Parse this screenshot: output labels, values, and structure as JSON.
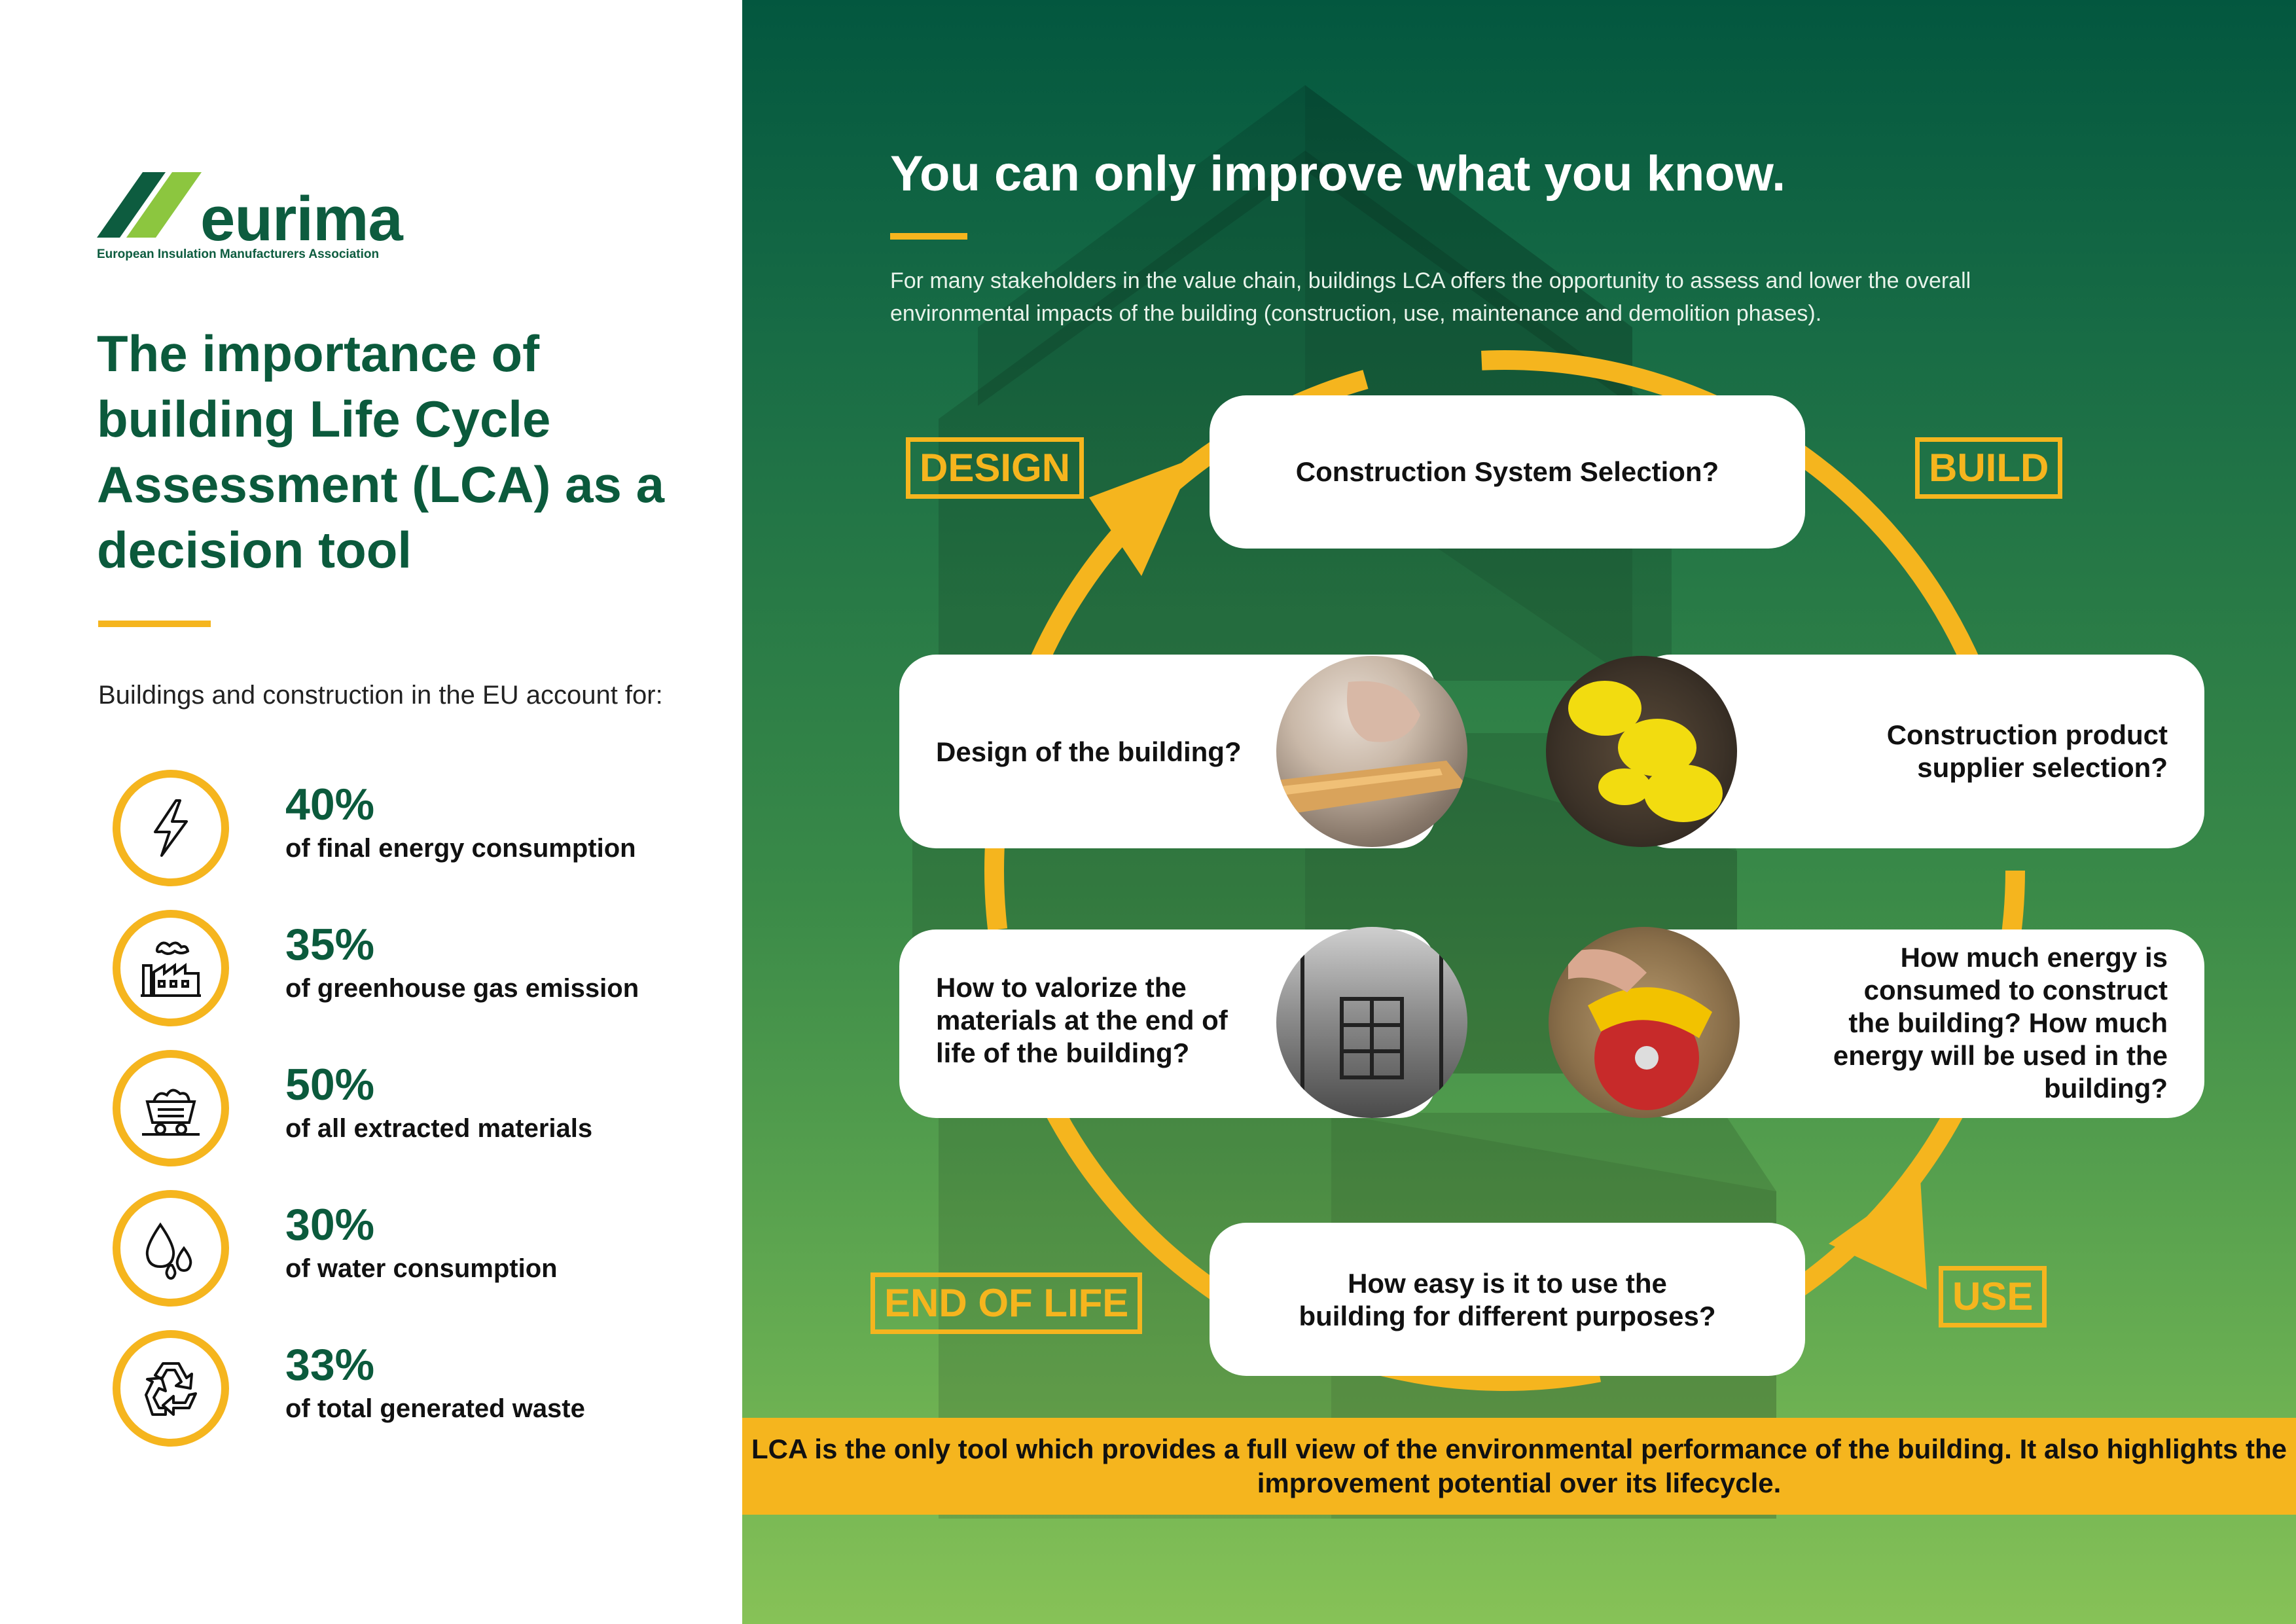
{
  "logo": {
    "name": "eurima",
    "subtitle": "European Insulation Manufacturers Association"
  },
  "title": "The importance of building Life Cycle Assessment (LCA) as a decision tool",
  "intro": "Buildings and construction in the EU account for:",
  "stats": [
    {
      "icon": "lightning-bolt-icon",
      "value": "40%",
      "label": "of final energy consumption"
    },
    {
      "icon": "factory-emissions-icon",
      "value": "35%",
      "label": "of greenhouse gas emission"
    },
    {
      "icon": "mine-cart-icon",
      "value": "50%",
      "label": "of all extracted materials"
    },
    {
      "icon": "water-drops-icon",
      "value": "30%",
      "label": "of water consumption"
    },
    {
      "icon": "recycle-icon",
      "value": "33%",
      "label": "of total generated waste"
    }
  ],
  "right": {
    "heading": "You can only improve what you know.",
    "intro": "For many stakeholders in the value chain, buildings LCA offers the opportunity to assess and lower the overall environmental impacts of the building (construction, use, maintenance and demolition phases).",
    "phases": {
      "design": "DESIGN",
      "build": "BUILD",
      "use": "USE",
      "end": "END OF LIFE"
    },
    "cards": {
      "top": "Construction System Selection?",
      "design": "Design of the building?",
      "supplier": "Construction product supplier selection?",
      "valorize": "How to valorize the materials at the end of life of the building?",
      "energy": "How much energy is consumed to construct the building? How much energy will be used in the building?",
      "purpose": "How easy is it to use the building for different purposes?"
    },
    "conclusion": "LCA is the only tool which provides a full view of the environmental performance of the building. It also highlights the improvement potential over its lifecycle."
  },
  "colors": {
    "brand_green": "#0b5a3c",
    "accent_yellow": "#f5b51e",
    "light_green": "#8cc63f"
  }
}
